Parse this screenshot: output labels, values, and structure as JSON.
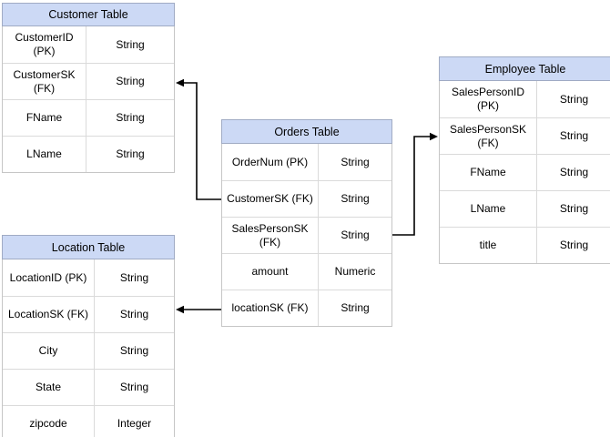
{
  "diagram": {
    "tables": [
      {
        "title": "Customer Table",
        "rows": [
          {
            "field": "CustomerID (PK)",
            "type": "String"
          },
          {
            "field": "CustomerSK\n(FK)",
            "type": "String"
          },
          {
            "field": "FName",
            "type": "String"
          },
          {
            "field": "LName",
            "type": "String"
          }
        ]
      },
      {
        "title": "Orders Table",
        "rows": [
          {
            "field": "OrderNum (PK)",
            "type": "String"
          },
          {
            "field": "CustomerSK (FK)",
            "type": "String"
          },
          {
            "field": "SalesPersonSK\n(FK)",
            "type": "String"
          },
          {
            "field": "amount",
            "type": "Numeric"
          },
          {
            "field": "locationSK (FK)",
            "type": "String"
          }
        ]
      },
      {
        "title": "Employee Table",
        "rows": [
          {
            "field": "SalesPersonID (PK)",
            "type": "String"
          },
          {
            "field": "SalesPersonSK\n(FK)",
            "type": "String"
          },
          {
            "field": "FName",
            "type": "String"
          },
          {
            "field": "LName",
            "type": "String"
          },
          {
            "field": "title",
            "type": "String"
          }
        ]
      },
      {
        "title": "Location Table",
        "rows": [
          {
            "field": "LocationID (PK)",
            "type": "String"
          },
          {
            "field": "LocationSK (FK)",
            "type": "String"
          },
          {
            "field": "City",
            "type": "String"
          },
          {
            "field": "State",
            "type": "String"
          },
          {
            "field": "zipcode",
            "type": "Integer"
          }
        ]
      }
    ],
    "connectors": [
      {
        "from_table": "Orders Table",
        "from_field": "CustomerSK (FK)",
        "to_table": "Customer Table",
        "to_field": "CustomerSK (FK)"
      },
      {
        "from_table": "Orders Table",
        "from_field": "SalesPersonSK (FK)",
        "to_table": "Employee Table",
        "to_field": "SalesPersonSK (FK)"
      },
      {
        "from_table": "Orders Table",
        "from_field": "locationSK (FK)",
        "to_table": "Location Table",
        "to_field": "LocationSK (FK)"
      }
    ],
    "colors": {
      "background": "#ffffff",
      "header_fill": "#ccd9f5",
      "header_border": "#a0abc4",
      "table_border": "#c6c6c6",
      "grid_border": "#dadada",
      "connector": "#000000"
    }
  }
}
